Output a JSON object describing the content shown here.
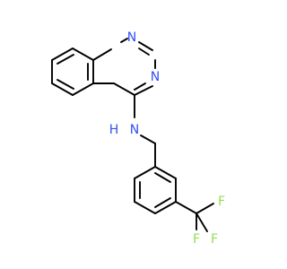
{
  "molecule": {
    "atoms": [
      {
        "id": "N1",
        "label": "N",
        "color": "#3050F8"
      },
      {
        "id": "N3",
        "label": "N",
        "color": "#3050F8"
      },
      {
        "id": "NH",
        "label": "N",
        "color": "#3050F8"
      },
      {
        "id": "H",
        "label": "H",
        "color": "#3050F8"
      },
      {
        "id": "F1",
        "label": "F",
        "color": "#90E050"
      },
      {
        "id": "F2",
        "label": "F",
        "color": "#90E050"
      },
      {
        "id": "F3",
        "label": "F",
        "color": "#90E050"
      }
    ],
    "bond_color": "#000000"
  }
}
